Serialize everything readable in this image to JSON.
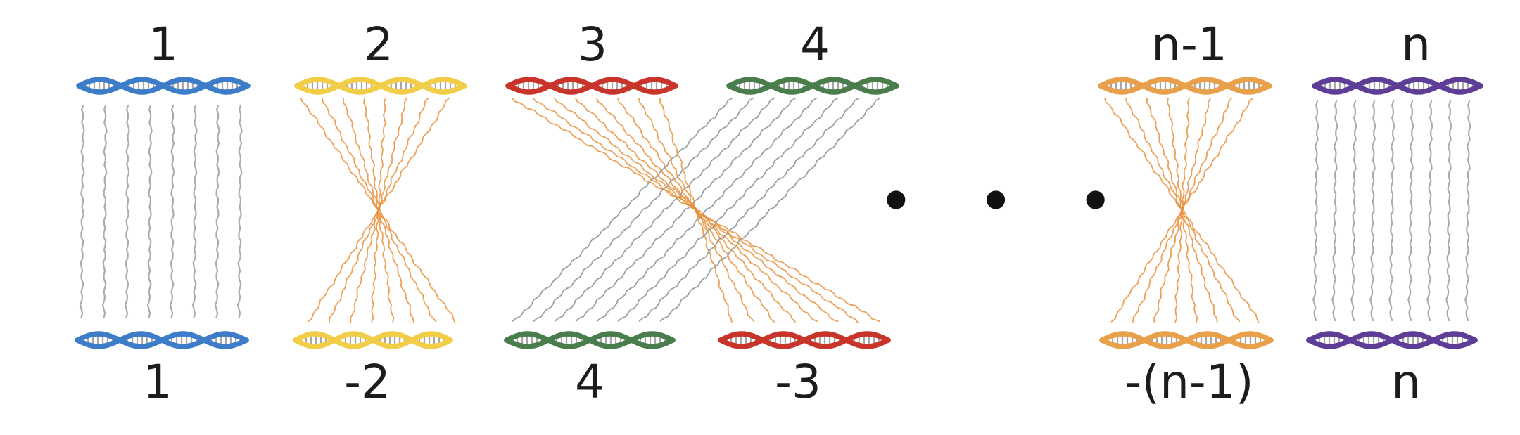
{
  "colors": {
    "blue": "#3c7cc8",
    "yellow": "#f2cd47",
    "red": "#c8342a",
    "green": "#4a7d4c",
    "orange": "#e9a04a",
    "purple": "#5e3d97",
    "strand_gray": "#9aa5a8",
    "cross_orange": "#e8913b",
    "cross_gray": "#7b8a92"
  },
  "ellipsis": "• • •",
  "groups": [
    {
      "id": "g1",
      "top_label": "1",
      "bottom_label": "1",
      "top_color": "blue",
      "bottom_color": "blue",
      "link": "parallel"
    },
    {
      "id": "g2",
      "top_label": "2",
      "bottom_label": "-2",
      "top_color": "yellow",
      "bottom_color": "yellow",
      "link": "inverted"
    },
    {
      "id": "g34",
      "top_label_a": "3",
      "top_label_b": "4",
      "bottom_label_a": "4",
      "bottom_label_b": "-3",
      "top_color_a": "red",
      "top_color_b": "green",
      "bottom_color_a": "green",
      "bottom_color_b": "red",
      "link": "swap"
    },
    {
      "id": "gn1",
      "top_label": "n-1",
      "bottom_label": "-(n-1)",
      "top_color": "orange",
      "bottom_color": "orange",
      "link": "inverted"
    },
    {
      "id": "gn",
      "top_label": "n",
      "bottom_label": "n",
      "top_color": "purple",
      "bottom_color": "purple",
      "link": "parallel"
    }
  ]
}
